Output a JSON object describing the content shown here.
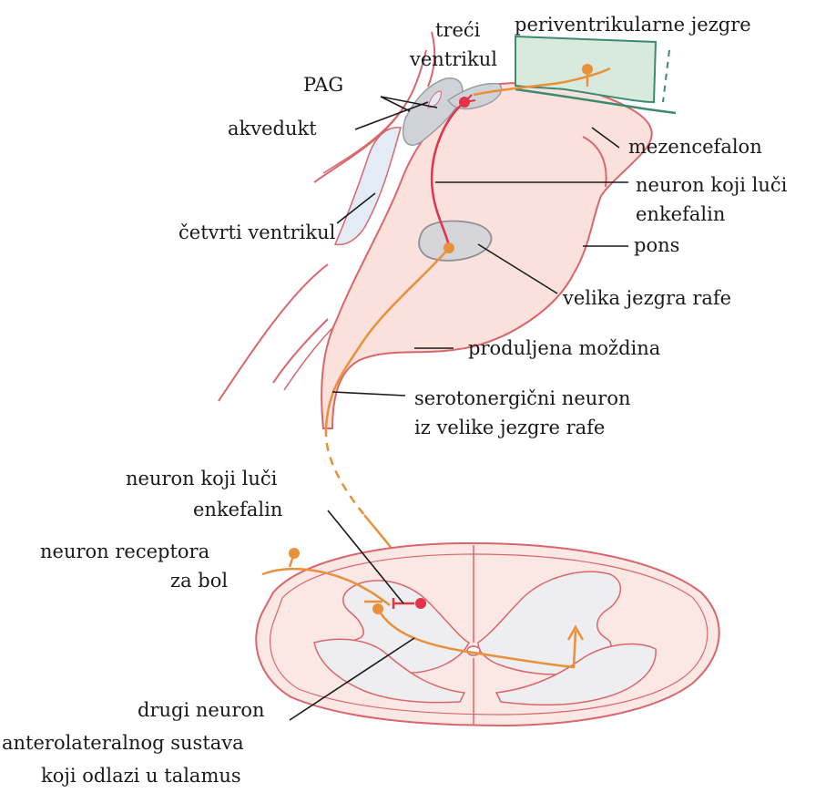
{
  "labels": {
    "treci_ventrikul_1": "treći",
    "treci_ventrikul_2": "ventrikul",
    "periventrikularne": "periventrikularne jezgre",
    "pag": "PAG",
    "akvedukt": "akvedukt",
    "mezencefalon": "mezencefalon",
    "neuron_enkefalin_top_1": "neuron koji luči",
    "neuron_enkefalin_top_2": "enkefalin",
    "cetvrti_ventrikul": "četvrti ventrikul",
    "pons": "pons",
    "velika_jezgra_rafe": "velika jezgra rafe",
    "produljena_mozdina": "produljena moždina",
    "serotonergicni_1": "serotonergični neuron",
    "serotonergicni_2": "iz velike jezgre rafe",
    "neuron_enkefalin_bottom_1": "neuron koji luči",
    "neuron_enkefalin_bottom_2": "enkefalin",
    "receptor_1": "neuron receptora",
    "receptor_2": "za bol",
    "drugi_neuron_1": "drugi neuron",
    "drugi_neuron_2": "anterolateralnog sustava",
    "drugi_neuron_3": "koji odlazi u talamus"
  },
  "colors": {
    "brainstem_fill": "#fbe1dc",
    "brainstem_outline": "#d9666b",
    "ventricle_fill": "#e3ecf6",
    "pag_fill": "#cfd2d6",
    "nucleus_fill": "#d6d6d8",
    "periventricular_fill": "#d8eadd",
    "periventricular_outline": "#3c8a72",
    "grey_matter_fill": "#eeeef1",
    "enkephalin_neuron": "#e2334a",
    "serotonergic_neuron": "#e8903a",
    "pain_neuron": "#e8903a"
  }
}
